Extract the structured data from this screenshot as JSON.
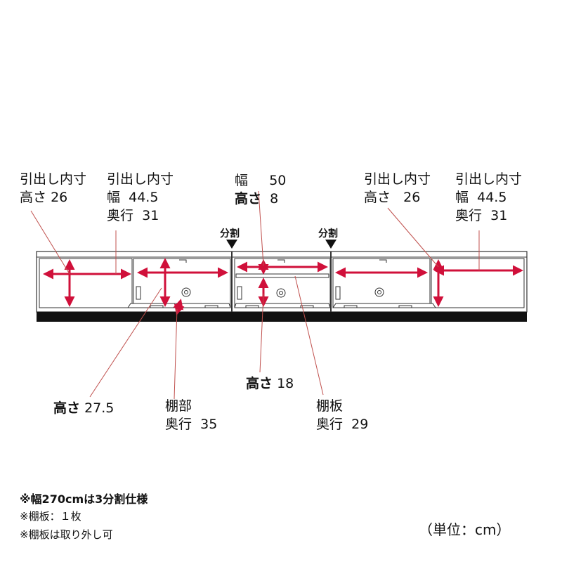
{
  "labels": {
    "drawer_left_height": {
      "title": "引出し内寸",
      "line1_k": "高さ",
      "line1_v": "26"
    },
    "drawer_left_size": {
      "title": "引出し内寸",
      "w_k": "幅",
      "w_v": "44.5",
      "d_k": "奥行",
      "d_v": "31"
    },
    "center_top": {
      "w_k": "幅",
      "w_v": "50",
      "h_k": "高さ",
      "h_v": "8"
    },
    "drawer_right_height": {
      "title": "引出し内寸",
      "line1_k": "高さ",
      "line1_v": "26"
    },
    "drawer_right_size": {
      "title": "引出し内寸",
      "w_k": "幅",
      "w_v": "44.5",
      "d_k": "奥行",
      "d_v": "31"
    },
    "shelf_height": {
      "k": "高さ",
      "v": "27.5"
    },
    "shelf_section": {
      "title": "棚部",
      "k": "奥行",
      "v": "35"
    },
    "center_height": {
      "k": "高さ",
      "v": "18"
    },
    "shelf_board": {
      "title": "棚板",
      "k": "奥行",
      "v": "29"
    },
    "split_left": "分割",
    "split_right": "分割"
  },
  "notes": {
    "main": "※幅270cmは3分割仕様",
    "shelf_count": "※棚板：１枚",
    "shelf_removable": "※棚板は取り外し可"
  },
  "unit": "（単位：cm）",
  "colors": {
    "arrow": "#d0103a",
    "leader": "#c0504d",
    "outline": "#333333",
    "base": "#111111"
  }
}
